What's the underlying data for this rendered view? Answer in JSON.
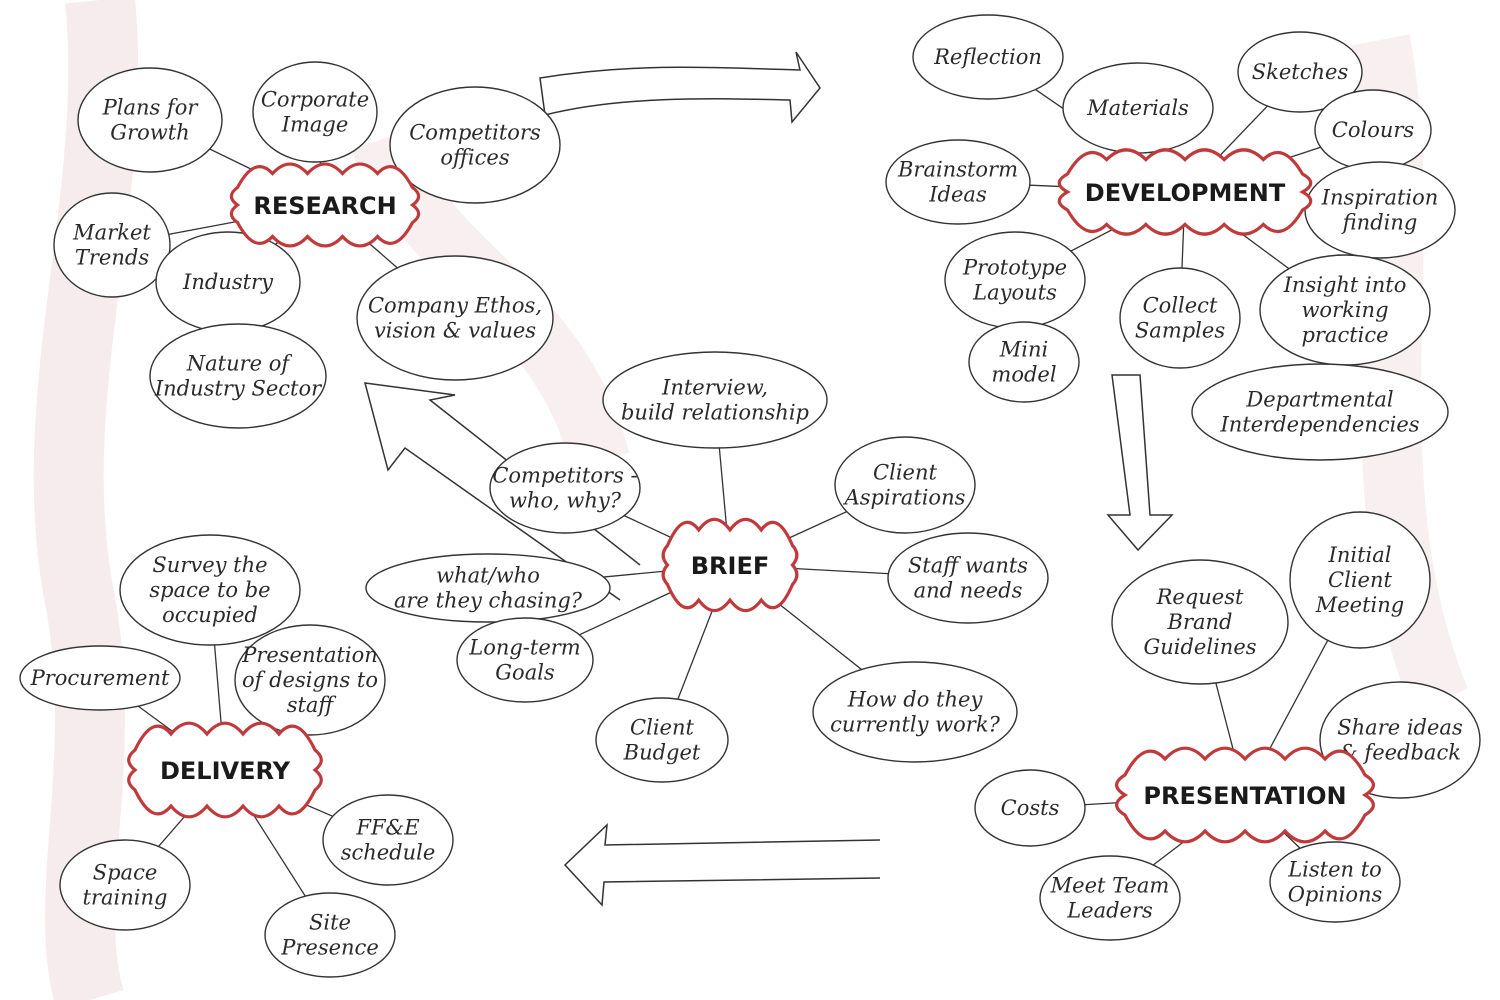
{
  "colors": {
    "hub_outline": "#c0393b",
    "ink": "#2a2a2a"
  },
  "hubs": [
    {
      "id": "research",
      "label": "RESEARCH"
    },
    {
      "id": "development",
      "label": "DEVELOPMENT"
    },
    {
      "id": "brief",
      "label": "BRIEF"
    },
    {
      "id": "delivery",
      "label": "DELIVERY"
    },
    {
      "id": "presentation",
      "label": "PRESENTATION"
    }
  ],
  "nodes": [
    {
      "id": "plans-for-growth",
      "hub": "research",
      "lines": [
        "Plans for",
        "Growth"
      ]
    },
    {
      "id": "corporate-image",
      "hub": "research",
      "lines": [
        "Corporate",
        "Image"
      ]
    },
    {
      "id": "competitors-offices",
      "hub": "research",
      "lines": [
        "Competitors",
        "offices"
      ]
    },
    {
      "id": "market-trends",
      "hub": "research",
      "lines": [
        "Market",
        "Trends"
      ]
    },
    {
      "id": "industry",
      "hub": "research",
      "lines": [
        "Industry"
      ]
    },
    {
      "id": "nature-of-industry-sector",
      "hub": "industry",
      "lines": [
        "Nature of",
        "Industry Sector"
      ]
    },
    {
      "id": "company-ethos",
      "hub": "research",
      "lines": [
        "Company Ethos,",
        "vision & values"
      ]
    },
    {
      "id": "reflection",
      "hub": "development",
      "lines": [
        "Reflection"
      ]
    },
    {
      "id": "materials",
      "hub": "development",
      "lines": [
        "Materials"
      ]
    },
    {
      "id": "sketches",
      "hub": "development",
      "lines": [
        "Sketches"
      ]
    },
    {
      "id": "colours",
      "hub": "development",
      "lines": [
        "Colours"
      ]
    },
    {
      "id": "brainstorm-ideas",
      "hub": "development",
      "lines": [
        "Brainstorm",
        "Ideas"
      ]
    },
    {
      "id": "inspiration-finding",
      "hub": "development",
      "lines": [
        "Inspiration",
        "finding"
      ]
    },
    {
      "id": "prototype-layouts",
      "hub": "development",
      "lines": [
        "Prototype",
        "Layouts"
      ]
    },
    {
      "id": "mini-model",
      "hub": "prototype-layouts",
      "lines": [
        "Mini",
        "model"
      ]
    },
    {
      "id": "collect-samples",
      "hub": "development",
      "lines": [
        "Collect",
        "Samples"
      ]
    },
    {
      "id": "insight-working-practice",
      "hub": "development",
      "lines": [
        "Insight into",
        "working",
        "practice"
      ]
    },
    {
      "id": "departmental-interdependencies",
      "hub": "insight-working-practice",
      "lines": [
        "Departmental",
        "Interdependencies"
      ]
    },
    {
      "id": "interview",
      "hub": "brief",
      "lines": [
        "Interview,",
        "build relationship"
      ]
    },
    {
      "id": "competitors-who-why",
      "hub": "brief",
      "lines": [
        "Competitors -",
        "who, why?"
      ]
    },
    {
      "id": "client-aspirations",
      "hub": "brief",
      "lines": [
        "Client",
        "Aspirations"
      ]
    },
    {
      "id": "what-who-chasing",
      "hub": "brief",
      "lines": [
        "what/who",
        "are they chasing?"
      ]
    },
    {
      "id": "staff-wants-needs",
      "hub": "brief",
      "lines": [
        "Staff wants",
        "and needs"
      ]
    },
    {
      "id": "long-term-goals",
      "hub": "brief",
      "lines": [
        "Long-term",
        "Goals"
      ]
    },
    {
      "id": "client-budget",
      "hub": "brief",
      "lines": [
        "Client",
        "Budget"
      ]
    },
    {
      "id": "how-they-work",
      "hub": "brief",
      "lines": [
        "How do they",
        "currently work?"
      ]
    },
    {
      "id": "survey-space",
      "hub": "delivery",
      "lines": [
        "Survey the",
        "space to be",
        "occupied"
      ]
    },
    {
      "id": "procurement",
      "hub": "delivery",
      "lines": [
        "Procurement"
      ]
    },
    {
      "id": "presentation-designs-staff",
      "hub": "delivery",
      "lines": [
        "Presentation",
        "of designs to",
        "staff"
      ]
    },
    {
      "id": "ffe-schedule",
      "hub": "delivery",
      "lines": [
        "FF&E",
        "schedule"
      ]
    },
    {
      "id": "space-training",
      "hub": "delivery",
      "lines": [
        "Space",
        "training"
      ]
    },
    {
      "id": "site-presence",
      "hub": "delivery",
      "lines": [
        "Site",
        "Presence"
      ]
    },
    {
      "id": "request-brand-guidelines",
      "hub": "presentation",
      "lines": [
        "Request",
        "Brand",
        "Guidelines"
      ]
    },
    {
      "id": "initial-client-meeting",
      "hub": "presentation",
      "lines": [
        "Initial",
        "Client",
        "Meeting"
      ]
    },
    {
      "id": "share-ideas-feedback",
      "hub": "presentation",
      "lines": [
        "Share ideas",
        "& feedback"
      ]
    },
    {
      "id": "costs",
      "hub": "presentation",
      "lines": [
        "Costs"
      ]
    },
    {
      "id": "meet-team-leaders",
      "hub": "presentation",
      "lines": [
        "Meet Team",
        "Leaders"
      ]
    },
    {
      "id": "listen-to-opinions",
      "hub": "presentation",
      "lines": [
        "Listen to",
        "Opinions"
      ]
    }
  ]
}
